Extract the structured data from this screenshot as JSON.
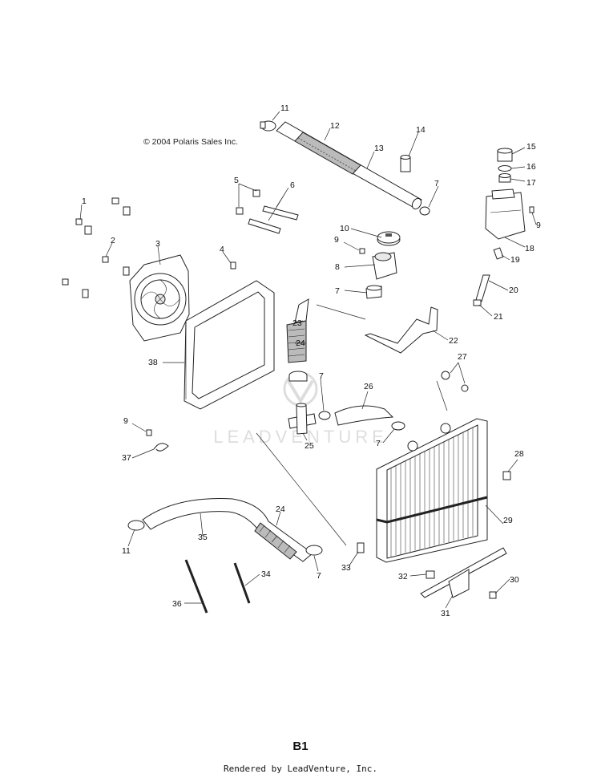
{
  "copyright": "© 2004 Polaris Sales Inc.",
  "watermark": "LEADVENTURE",
  "page_label": "B1",
  "footer": "Rendered by LeadVenture, Inc.",
  "callouts": {
    "c1": "1",
    "c2": "2",
    "c3": "3",
    "c4": "4",
    "c5": "5",
    "c6": "6",
    "c7a": "7",
    "c7b": "7",
    "c7c": "7",
    "c7d": "7",
    "c7e": "7",
    "c8": "8",
    "c9a": "9",
    "c9b": "9",
    "c9c": "9",
    "c10": "10",
    "c11a": "11",
    "c11b": "11",
    "c12": "12",
    "c13": "13",
    "c14": "14",
    "c15": "15",
    "c16": "16",
    "c17": "17",
    "c18": "18",
    "c19": "19",
    "c20": "20",
    "c21": "21",
    "c22": "22",
    "c23": "23",
    "c24a": "24",
    "c24b": "24",
    "c25": "25",
    "c26": "26",
    "c27": "27",
    "c28": "28",
    "c29": "29",
    "c30": "30",
    "c31": "31",
    "c32": "32",
    "c33": "33",
    "c34": "34",
    "c35": "35",
    "c36": "36",
    "c37": "37",
    "c38": "38"
  }
}
